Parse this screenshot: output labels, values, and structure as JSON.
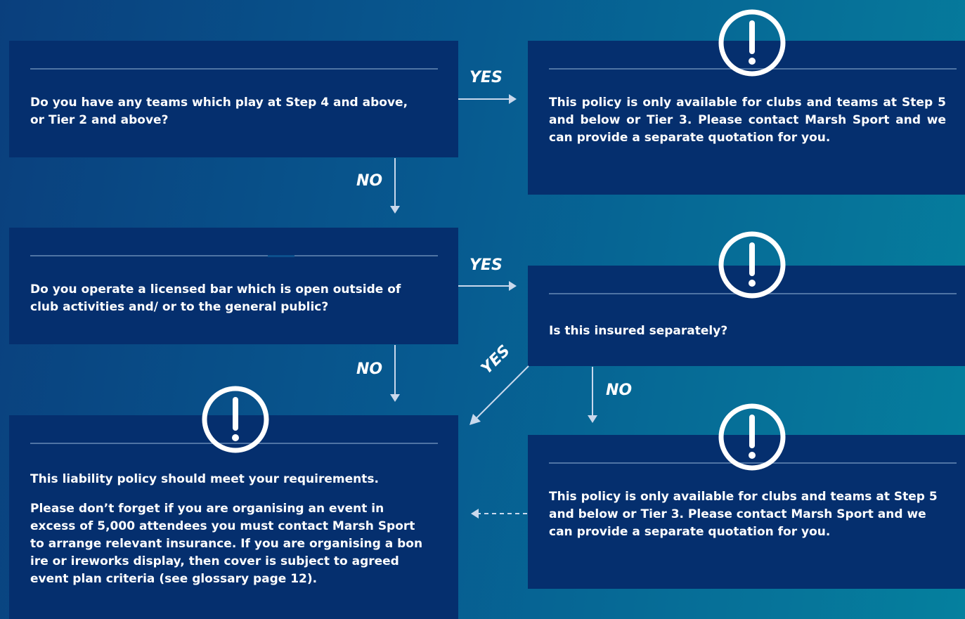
{
  "questions": {
    "q1": "Do you have any teams which play at Step 4 and above, or Tier 2 and above?",
    "q2": "Do you operate a licensed bar which is open outside of club activities and/ or to the general public?",
    "q3": "Is this insured separately?"
  },
  "outcomes": {
    "top_right": "This policy is only available for clubs and teams at Step 5 and below or Tier 3. Please contact Marsh Sport and we can provide a separate quotation for you.",
    "bottom_right": "This policy is only available for clubs and teams at Step 5 and below or Tier 3. Please contact Marsh Sport and we can provide a separate quotation for you.",
    "bottom_left_p1": "This liability policy should meet your requirements.",
    "bottom_left_p2": "Please don’t forget if you are organising an event in excess of 5,000 attendees you must contact Marsh Sport to arrange relevant insurance. If you are organising a bon ire or  ireworks display, then cover is subject to agreed event plan criteria (see glossary page 12)."
  },
  "labels": {
    "yes": "YES",
    "no": "NO"
  },
  "icons": {
    "alert": "exclamation-circle-icon"
  },
  "colors": {
    "box": "#052f6e",
    "arrow": "#c9d8ec",
    "rule": "#4f74a4"
  }
}
